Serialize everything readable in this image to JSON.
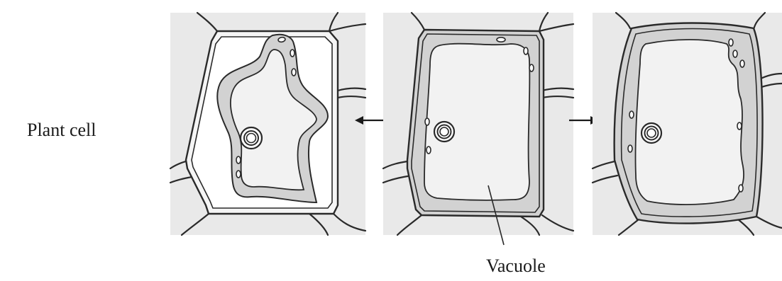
{
  "labels": {
    "row_label": "Plant cell",
    "vacuole": "Vacuole"
  },
  "panels": [
    {
      "state": "plasmolyzed"
    },
    {
      "state": "normal"
    },
    {
      "state": "swollen"
    }
  ],
  "colors": {
    "background_square": "#e9e9e9",
    "cell_interior": "#f2f2f2",
    "cytoplasm": "#d2d2d2",
    "outline": "#2a2a2a",
    "label_text": "#1a1a1a"
  }
}
